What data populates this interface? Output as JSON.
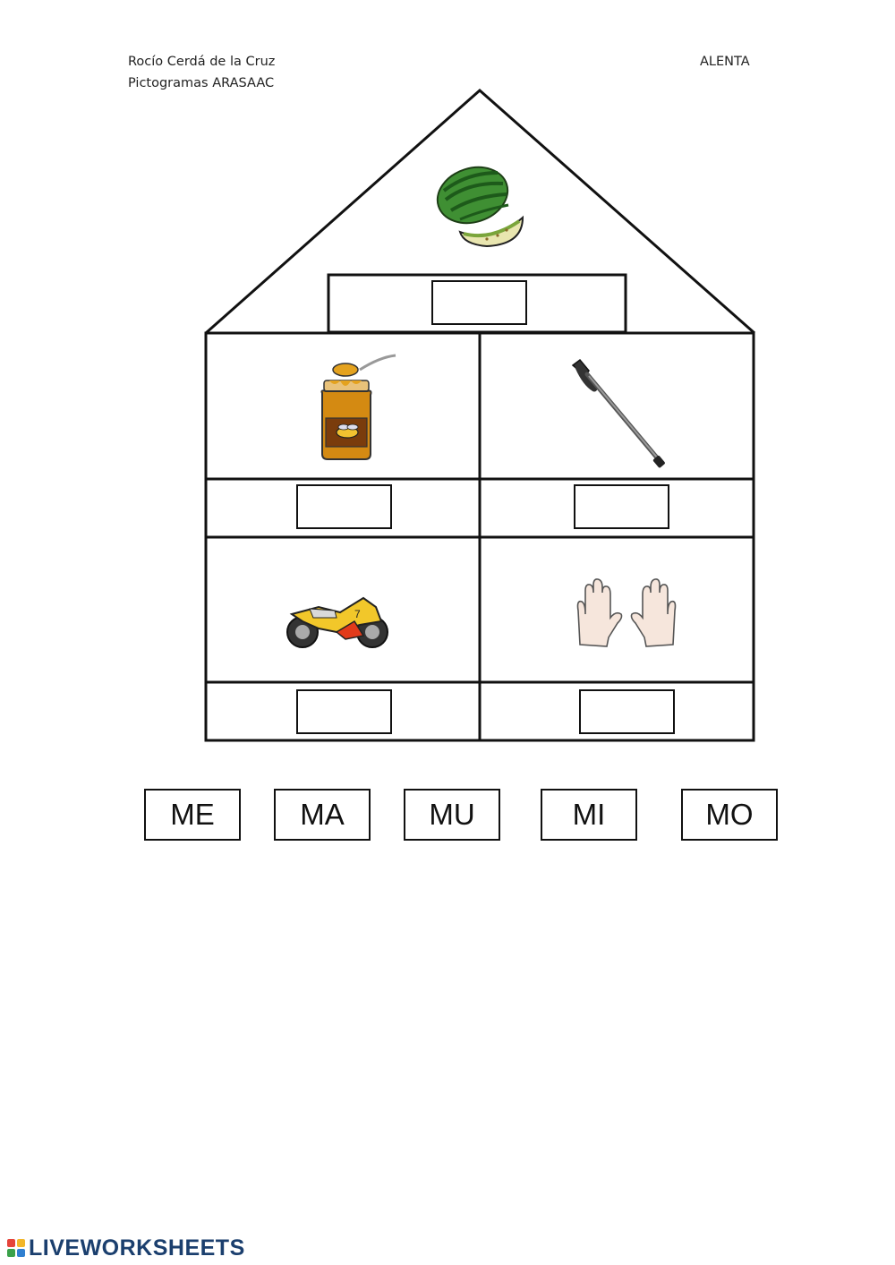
{
  "header": {
    "author": "Rocío Cerdá de la Cruz",
    "credit": "Pictogramas ARASAAC",
    "brand": "ALENTA"
  },
  "house": {
    "roof_picture": "watermelon-and-melon",
    "rooms": [
      {
        "picture": "honey-jar",
        "answer": ""
      },
      {
        "picture": "crutch",
        "answer": ""
      },
      {
        "picture": "motorcycle",
        "answer": ""
      },
      {
        "picture": "hands",
        "answer": ""
      }
    ],
    "roof_answer": ""
  },
  "syllables": [
    "ME",
    "MA",
    "MU",
    "MI",
    "MO"
  ],
  "footer": {
    "logo_text": "LIVEWORKSHEETS",
    "logo_icon": "liveworksheets-logo-icon"
  },
  "colors": {
    "ink": "#111111",
    "logo_blue": "#1b3f6e"
  }
}
